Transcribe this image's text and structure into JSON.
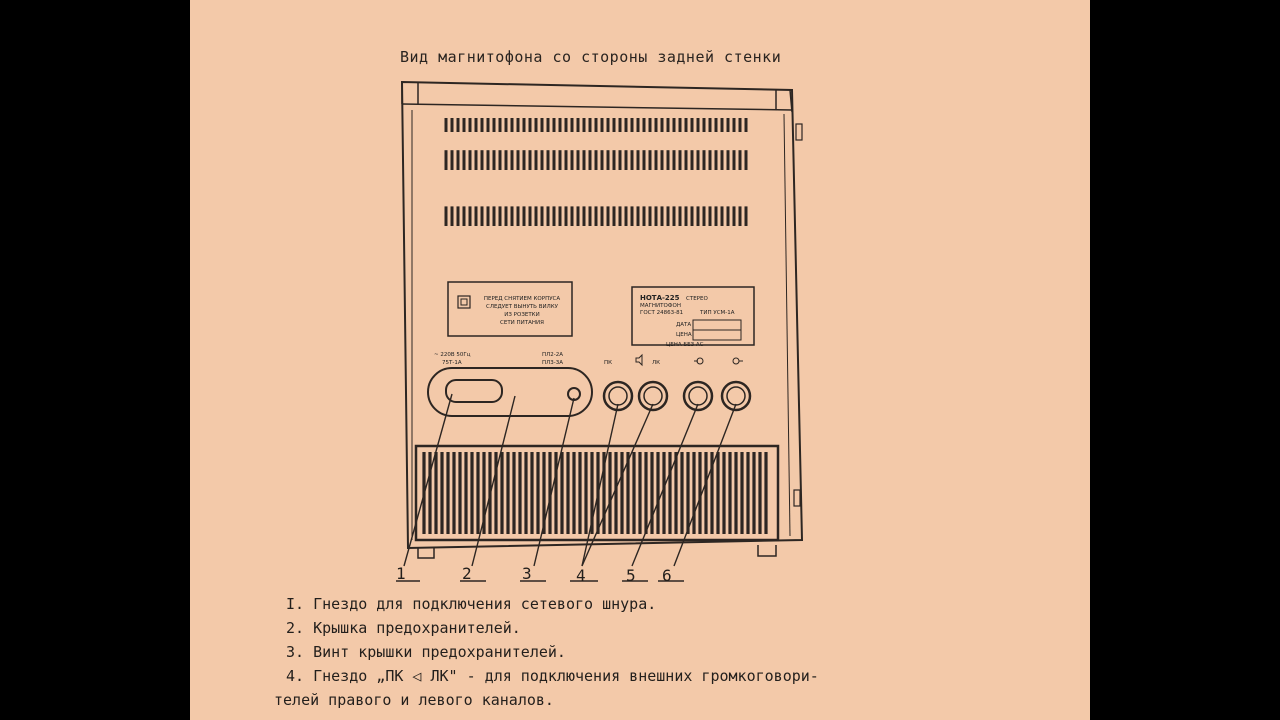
{
  "document": {
    "title": "Вид магнитофона со стороны задней стенки",
    "warning_plate": {
      "lines": [
        "ПЕРЕД СНЯТИЕМ КОРПУСА",
        "СЛЕДУЕТ ВЫНУТЬ ВИЛКУ",
        "ИЗ РОЗЕТКИ",
        "СЕТИ ПИТАНИЯ"
      ]
    },
    "info_plate": {
      "brand": "НОТА-225",
      "stereo": "СТЕРЕО",
      "type_word": "МАГНИТОФОН",
      "gost": "ГОСТ  24863-81",
      "tip": "ТИП УСМ-1А",
      "date": "ДАТА",
      "price": "ЦЕНА",
      "price_no_speakers": "ЦЕНА БЕЗ АС"
    },
    "power_label": "~ 220В 50Гц",
    "power_label2": "75Т-1А",
    "fuse_label1": "ПЛ2-2А",
    "fuse_label2": "ПЛ3-3А",
    "jack_labels": [
      "ПК",
      "ЛК"
    ],
    "callouts": [
      "1",
      "2",
      "3",
      "4",
      "5",
      "6"
    ],
    "items": [
      "I. Гнездо для подключения сетевого шнура.",
      "2. Крышка предохранителей.",
      "3. Винт крышки предохранителей.",
      "4. Гнездо „ПК ◁ ЛК\" - для подключения внешних громкоговори-",
      "телей правого и левого каналов."
    ]
  }
}
